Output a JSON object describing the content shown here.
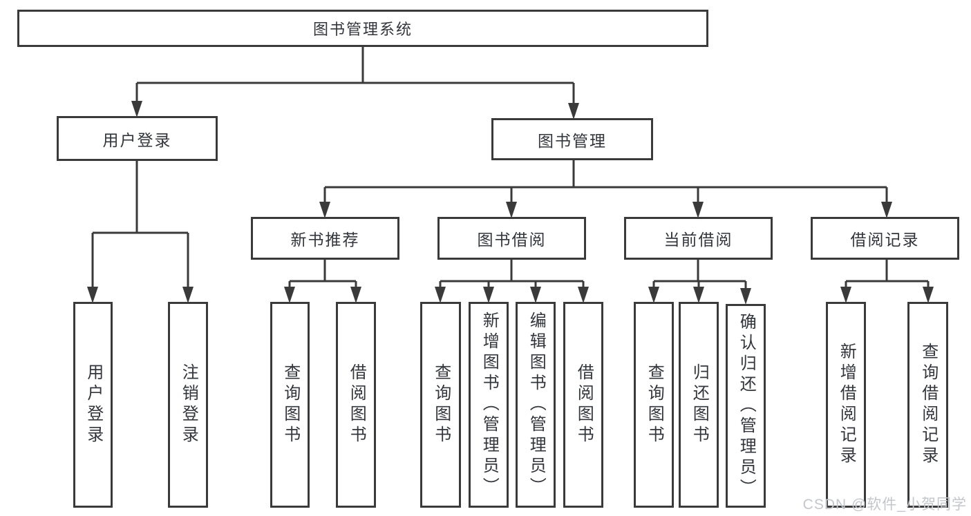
{
  "diagram_title": "图书管理系统",
  "tree": {
    "label": "图书管理系统",
    "children": [
      {
        "label": "用户登录",
        "children": [
          {
            "label": "用户登录"
          },
          {
            "label": "注销登录"
          }
        ]
      },
      {
        "label": "图书管理",
        "children": [
          {
            "label": "新书推荐",
            "children": [
              {
                "label": "查询图书"
              },
              {
                "label": "借阅图书"
              }
            ]
          },
          {
            "label": "图书借阅",
            "children": [
              {
                "label": "查询图书"
              },
              {
                "label": "新增图书（管理员）"
              },
              {
                "label": "编辑图书（管理员）"
              },
              {
                "label": "借阅图书"
              }
            ]
          },
          {
            "label": "当前借阅",
            "children": [
              {
                "label": "查询图书"
              },
              {
                "label": "归还图书"
              },
              {
                "label": "确认归还（管理员）"
              }
            ]
          },
          {
            "label": "借阅记录",
            "children": [
              {
                "label": "新增借阅记录"
              },
              {
                "label": "查询借阅记录"
              }
            ]
          }
        ]
      }
    ]
  },
  "watermark": {
    "text": "CSDN @软件_小贺同学"
  },
  "colors": {
    "line": "#3a3a3a",
    "box_border": "#3a3a3a",
    "text": "#32353b",
    "watermark": "#c3c6ca",
    "background": "#ffffff"
  }
}
